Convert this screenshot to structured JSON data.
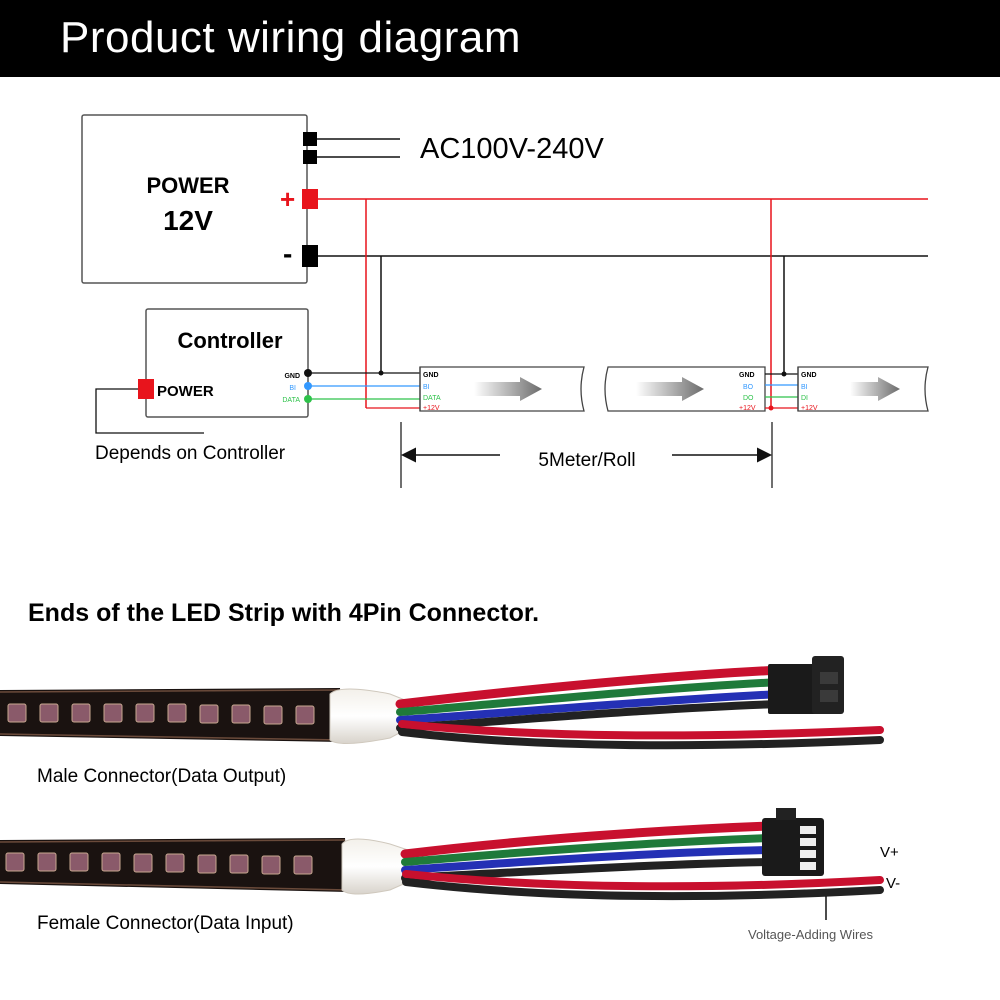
{
  "header": {
    "title": "Product wiring diagram"
  },
  "diagram": {
    "ac_input": "AC100V-240V",
    "power_supply": {
      "title": "POWER",
      "voltage": "12V",
      "plus": "+",
      "minus": "-"
    },
    "controller": {
      "title": "Controller",
      "power_label": "POWER",
      "pins": [
        "GND",
        "BI",
        "DATA"
      ]
    },
    "depends_note": "Depends on Controller",
    "strip_pins_in": [
      "GND",
      "BI",
      "DATA",
      "+12V"
    ],
    "strip_pins_out": [
      "GND",
      "BO",
      "DO",
      "+12V"
    ],
    "strip_pins_di": [
      "GND",
      "BI",
      "DI",
      "+12V"
    ],
    "length": "5Meter/Roll"
  },
  "connectors": {
    "heading": "Ends of the LED Strip with 4Pin Connector.",
    "male": {
      "label": "Male Connector(Data Output)"
    },
    "female": {
      "label": "Female Connector(Data Input)",
      "v_plus": "V+",
      "v_minus": "V-",
      "callout": "Voltage-Adding Wires"
    }
  },
  "colors": {
    "positive": "#e8141c",
    "negative": "#111111",
    "bi": "#3399ff",
    "data": "#2ec24a",
    "strip_pcb": "#1a1210",
    "cable_red": "#c8102e",
    "cable_green": "#1f7a3a",
    "cable_blue": "#2430b5"
  }
}
